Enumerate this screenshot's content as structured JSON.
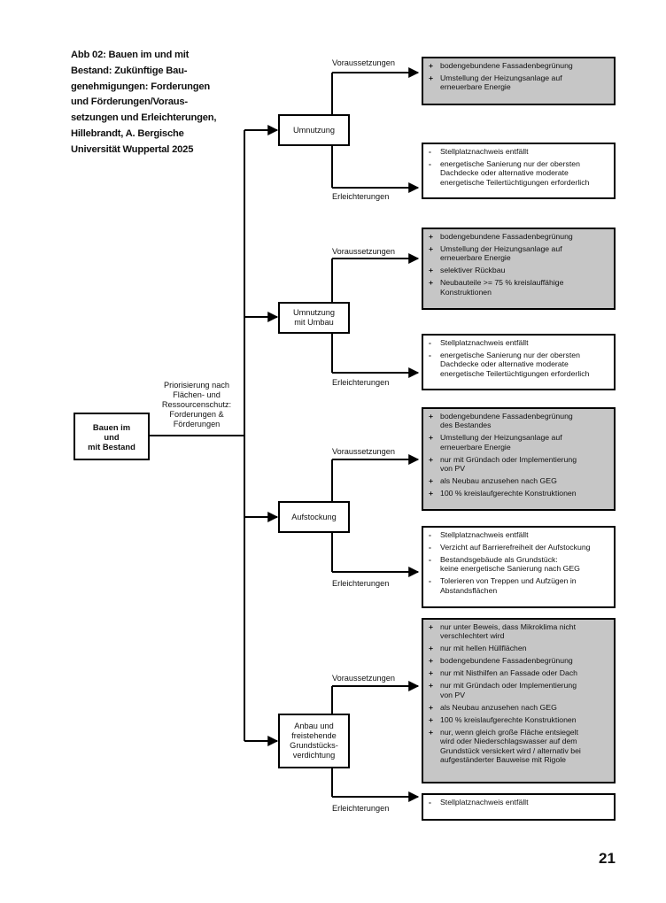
{
  "caption": {
    "lines": [
      "Abb 02: Bauen im und mit",
      "Bestand: Zukünftige Bau-",
      "genehmigungen: Forderungen",
      "und Förderungen/Voraus-",
      "setzungen und Erleichterungen,",
      "Hillebrandt, A. Bergische",
      "Universität Wuppertal 2025"
    ]
  },
  "root": {
    "label": "Bauen im\nund\nmit Bestand"
  },
  "center_label": "Priorisierung nach\nFlächen- und\nRessourcenschutz:\nForderungen &\nFörderungen",
  "edge_labels": {
    "requirements": "Voraussetzungen",
    "relief": "Erleichterungen"
  },
  "branches": [
    {
      "label": "Umnutzung",
      "requirements": [
        "bodengebundene Fassadenbegrünung",
        "Umstellung der Heizungsanlage auf\nerneuerbare Energie"
      ],
      "relief": [
        "Stellplatznachweis entfällt",
        "energetische Sanierung nur der obersten\nDachdecke oder alternative moderate\nenergetische Teilertüchtigungen erforderlich"
      ]
    },
    {
      "label": "Umnutzung\nmit Umbau",
      "requirements": [
        "bodengebundene Fassadenbegrünung",
        "Umstellung der Heizungsanlage auf\nerneuerbare Energie",
        "selektiver Rückbau",
        "Neubauteile >= 75 % kreislauffähige\nKonstruktionen"
      ],
      "relief": [
        "Stellplatznachweis entfällt",
        "energetische Sanierung nur der obersten\nDachdecke oder alternative moderate\nenergetische Teilertüchtigungen erforderlich"
      ]
    },
    {
      "label": "Aufstockung",
      "requirements": [
        "bodengebundene Fassadenbegrünung\ndes Bestandes",
        "Umstellung der Heizungsanlage auf\nerneuerbare Energie",
        "nur mit Gründach oder Implementierung\nvon PV",
        "als Neubau anzusehen nach GEG",
        "100 % kreislaufgerechte Konstruktionen"
      ],
      "relief": [
        "Stellplatznachweis entfällt",
        "Verzicht auf Barrierefreiheit der Aufstockung",
        "Bestandsgebäude als Grundstück:\nkeine energetische Sanierung nach GEG",
        "Tolerieren von Treppen und Aufzügen in\nAbstandsflächen"
      ]
    },
    {
      "label": "Anbau und\nfreistehende\nGrundstücks-\nverdichtung",
      "requirements": [
        "nur unter Beweis, dass Mikroklima nicht\nverschlechtert wird",
        "nur mit hellen Hüllflächen",
        "bodengebundene Fassadenbegrünung",
        "nur mit Nisthilfen an Fassade oder Dach",
        "nur mit Gründach oder Implementierung\nvon PV",
        "als Neubau anzusehen nach GEG",
        "100 % kreislaufgerechte Konstruktionen",
        "nur, wenn gleich große Fläche entsiegelt\nwird oder Niederschlagswasser auf dem\nGrundstück versickert wird / alternativ bei\naufgeständerter Bauweise mit Rigole"
      ],
      "relief": [
        "Stellplatznachweis entfällt"
      ]
    }
  ],
  "marks": {
    "plus": "+",
    "minus": "-"
  },
  "page_number": "21"
}
